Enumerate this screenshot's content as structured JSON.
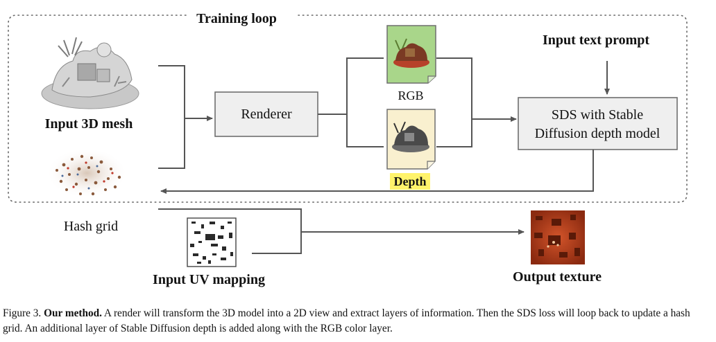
{
  "diagram": {
    "training_loop_label": "Training loop",
    "input_mesh_label": "Input 3D mesh",
    "hash_grid_label": "Hash grid",
    "renderer_label": "Renderer",
    "rgb_label": "RGB",
    "depth_label": "Depth",
    "text_prompt_label": "Input text prompt",
    "sds_line1": "SDS with Stable",
    "sds_line2": "Diffusion depth model",
    "uv_label": "Input UV mapping",
    "output_label": "Output texture",
    "colors": {
      "box_fill": "#efefef",
      "box_stroke": "#6e6e6e",
      "rgb_doc_fill": "#a9d68a",
      "depth_doc_fill": "#f9f0cf",
      "depth_highlight": "#fff36b",
      "arrow": "#555555"
    }
  },
  "caption": {
    "figure": "Figure 3.",
    "title": "Our method.",
    "text": "A render will transform the 3D model into a 2D view and extract layers of information. Then the SDS loss will loop back to update a hash grid. An additional layer of Stable Diffusion depth is added along with the RGB color layer."
  }
}
